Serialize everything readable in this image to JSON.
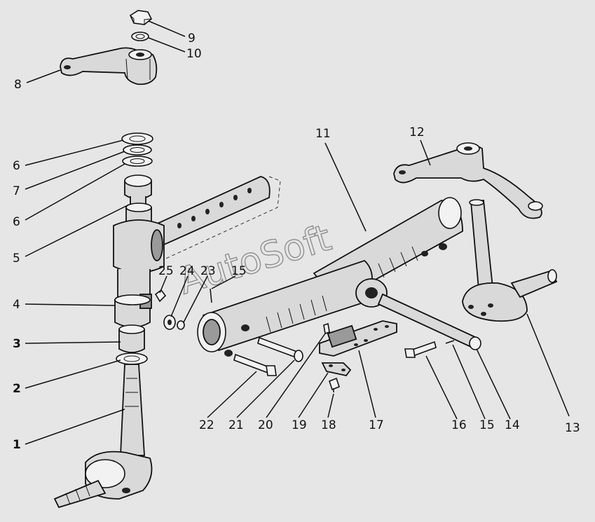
{
  "watermark": "AutoSoft",
  "callouts": [
    {
      "id": "c1",
      "text": "1",
      "bold": true
    },
    {
      "id": "c2",
      "text": "2",
      "bold": true
    },
    {
      "id": "c3",
      "text": "3",
      "bold": true
    },
    {
      "id": "c4",
      "text": "4",
      "bold": false
    },
    {
      "id": "c5",
      "text": "5",
      "bold": false
    },
    {
      "id": "c6a",
      "text": "6",
      "bold": false
    },
    {
      "id": "c7",
      "text": "7",
      "bold": false
    },
    {
      "id": "c6b",
      "text": "6",
      "bold": false
    },
    {
      "id": "c8",
      "text": "8",
      "bold": false
    },
    {
      "id": "c9",
      "text": "9",
      "bold": false
    },
    {
      "id": "c10",
      "text": "10",
      "bold": false
    },
    {
      "id": "c11",
      "text": "11",
      "bold": false
    },
    {
      "id": "c12",
      "text": "12",
      "bold": false
    },
    {
      "id": "c13",
      "text": "13",
      "bold": false
    },
    {
      "id": "c14",
      "text": "14",
      "bold": false
    },
    {
      "id": "c15a",
      "text": "15",
      "bold": false
    },
    {
      "id": "c16",
      "text": "16",
      "bold": false
    },
    {
      "id": "c17",
      "text": "17",
      "bold": false
    },
    {
      "id": "c18",
      "text": "18",
      "bold": false
    },
    {
      "id": "c19",
      "text": "19",
      "bold": false
    },
    {
      "id": "c20",
      "text": "20",
      "bold": false
    },
    {
      "id": "c21",
      "text": "21",
      "bold": false
    },
    {
      "id": "c22",
      "text": "22",
      "bold": false
    },
    {
      "id": "c23",
      "text": "23",
      "bold": false
    },
    {
      "id": "c24",
      "text": "24",
      "bold": false
    },
    {
      "id": "c25",
      "text": "25",
      "bold": false
    },
    {
      "id": "c15b",
      "text": "15",
      "bold": false
    }
  ]
}
